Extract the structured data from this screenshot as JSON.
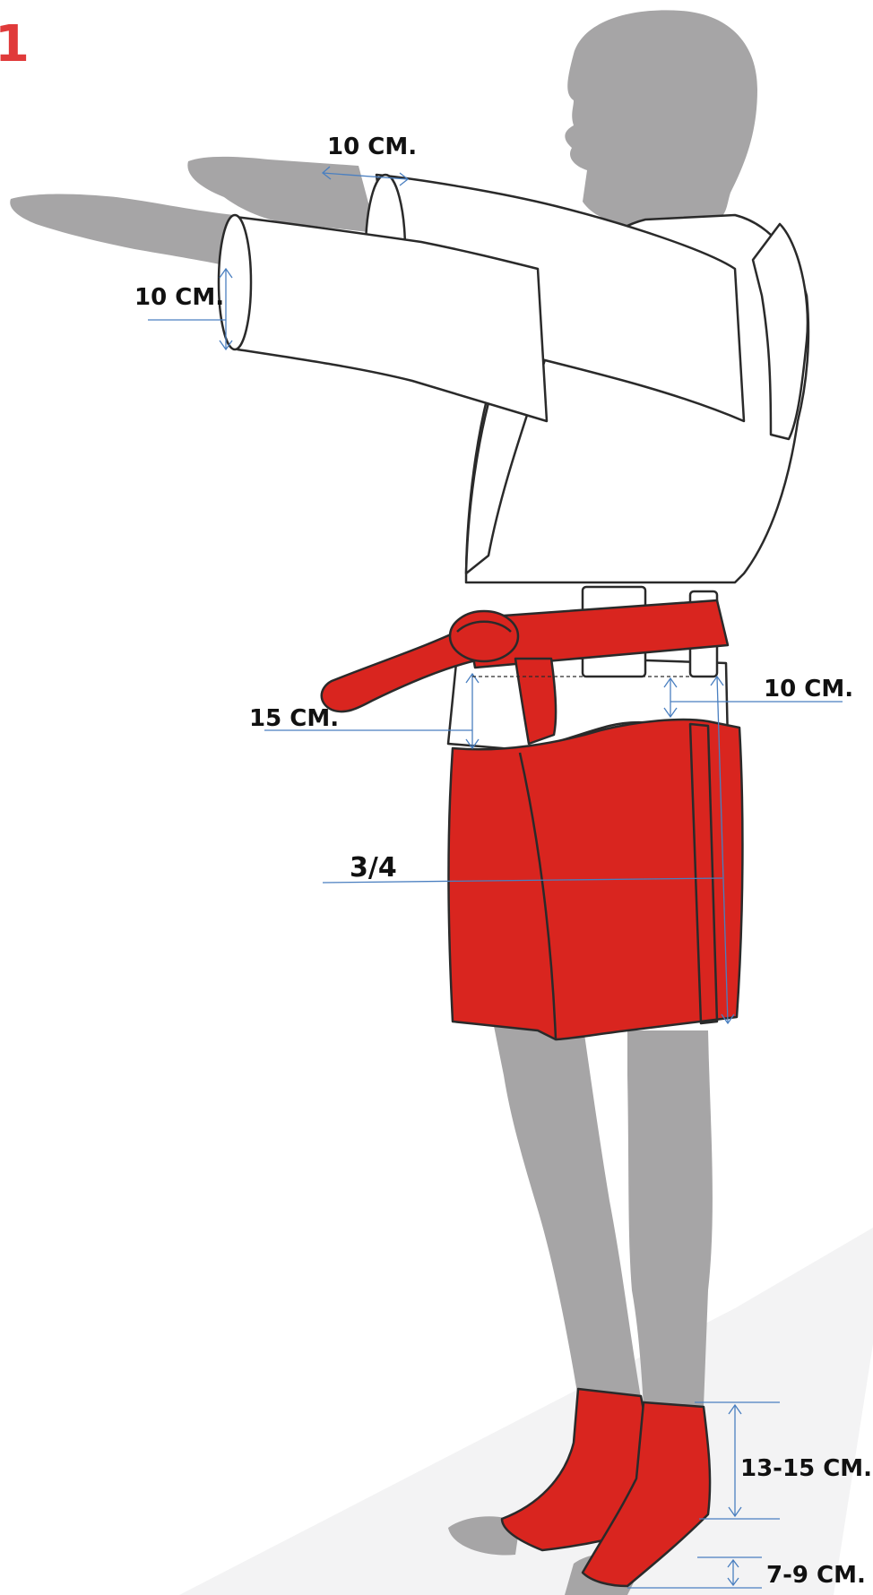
{
  "corner_mark": {
    "text": "1",
    "color": "#e03a3a"
  },
  "labels": {
    "sleeve_gap": "10 СМ.",
    "cuff_width": "10 СМ.",
    "jacket_below_belt": "15 СМ.",
    "jacket_below_belt_back": "10 СМ.",
    "shorts_length": "3/4",
    "shin_guard_height": "13-15 СМ.",
    "foot_part": "7-9 СМ."
  },
  "colors": {
    "red": "#d9251f",
    "body": "#a6a5a6",
    "outline": "#2a2a2a",
    "measure": "#4a7fc0",
    "floor": "#f3f3f4"
  },
  "icons": {
    "measure_arrow": "double-headed-arrow"
  }
}
